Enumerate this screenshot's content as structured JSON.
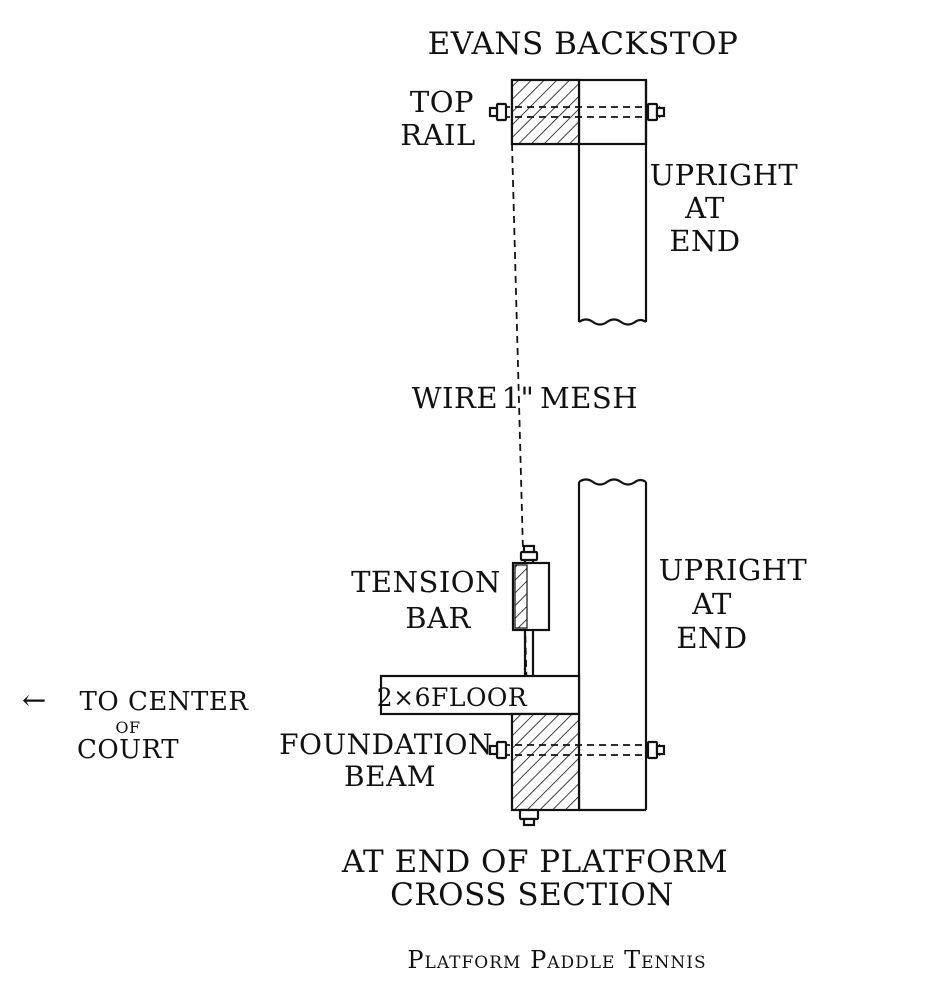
{
  "title": "EVANS BACKSTOP",
  "labels": {
    "top_rail_1": "TOP",
    "top_rail_2": "RAIL",
    "upright_top_1": "UPRIGHT",
    "upright_top_2": "AT",
    "upright_top_3": "END",
    "wire_mesh_a": "WIRE",
    "wire_mesh_b": "1\"",
    "wire_mesh_c": "MESH",
    "tension_bar_1": "TENSION",
    "tension_bar_2": "BAR",
    "upright_bottom_1": "UPRIGHT",
    "upright_bottom_2": "AT",
    "upright_bottom_3": "END",
    "floor": "2×6FLOOR",
    "center_arrow": "←",
    "center_1": "TO CENTER",
    "center_2": "OF",
    "center_3": "COURT",
    "foundation_1": "FOUNDATION",
    "foundation_2": "BEAM"
  },
  "section_title_1": "AT END OF PLATFORM",
  "section_title_2": "CROSS SECTION",
  "caption": "Platform Paddle Tennis",
  "colors": {
    "ink": "#111111",
    "paper": "#ffffff"
  }
}
